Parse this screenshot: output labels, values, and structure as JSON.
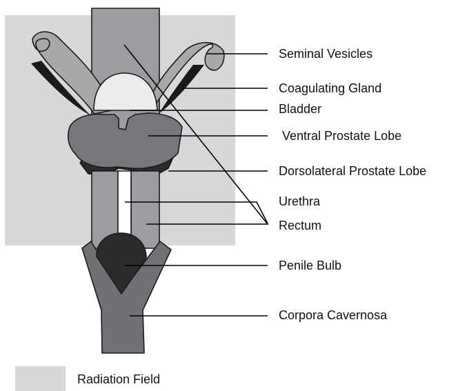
{
  "colors": {
    "radiation_field": "#d7d8d9",
    "rectum": "#9b9da0",
    "vesicle": "#a7a9ab",
    "coagulating_gland": "#1a1a1a",
    "bladder": "#ececec",
    "ventral_prostate": "#75777a",
    "dorsolateral_prostate": "#2a2b2d",
    "penile_bulb": "#2b2b2c",
    "corpora_cavernosa": "#6f7174",
    "urethra": "#ffffff"
  },
  "labels": {
    "seminal_vesicles": "Seminal Vesicles",
    "coagulating_gland": "Coagulating Gland",
    "bladder": "Bladder",
    "ventral_prostate_lobe": "Ventral Prostate Lobe",
    "dorsolateral_prostate_lobe": "Dorsolateral Prostate Lobe",
    "urethra": "Urethra",
    "rectum": "Rectum",
    "penile_bulb": "Penile Bulb",
    "corpora_cavernosa": "Corpora Cavernosa"
  },
  "legend": {
    "radiation_field": "Radiation Field"
  }
}
